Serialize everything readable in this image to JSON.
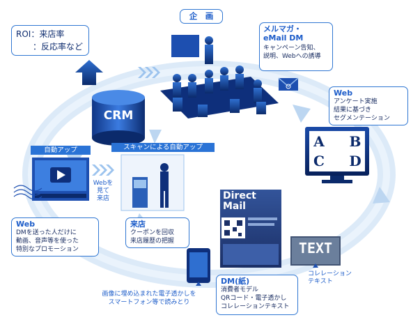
{
  "colors": {
    "accent": "#2a73d6",
    "dark_navy": "#0d2b6e",
    "mid_blue": "#1e5fc4",
    "ring": "#d6e8f7",
    "arrow_light": "#c4dcf3"
  },
  "roi_box": {
    "line1": "ROI：来店率",
    "line2": "：反応率など"
  },
  "plan": {
    "label": "企　画"
  },
  "mailmag": {
    "line1": "メルマガ・",
    "line2": "eMail DM",
    "line3": "キャンペーン告知、",
    "line4": "説明、Webへの誘導"
  },
  "crm": {
    "label": "CRM"
  },
  "web_segment": {
    "title": "Web",
    "line1": "アンケート実施",
    "line2": "結果に基づき",
    "line3": "セグメンテーション"
  },
  "abcd": {
    "a": "A",
    "b": "B",
    "c": "C",
    "d": "D"
  },
  "auto_up": {
    "label": "自動アップ"
  },
  "scan_up": {
    "label": "スキャンによる自動アップ"
  },
  "web_visit": {
    "line1": "Webを",
    "line2": "見て",
    "line3": "来店"
  },
  "direct_mail": {
    "line1": "Direct",
    "line2": "Mail"
  },
  "text_card": {
    "label": "TEXT"
  },
  "web_promo": {
    "title": "Web",
    "line1": "DMを送った人だけに",
    "line2": "動画、音声等を使った",
    "line3": "特別なプロモーション"
  },
  "visit": {
    "title": "来店",
    "line1": "クーポンを回収",
    "line2": "来店履歴の把握"
  },
  "dm_paper": {
    "title": "DM(紙)",
    "line1": "消費者モデル",
    "line2": "QRコード・電子透かし",
    "line3": "コレレーションテキスト"
  },
  "correlation": {
    "line1": "コレレーション",
    "line2": "テキスト"
  },
  "watermark": {
    "line1": "画像に埋め込まれた電子透かしを",
    "line2": "スマートフォン等で読みとり"
  }
}
